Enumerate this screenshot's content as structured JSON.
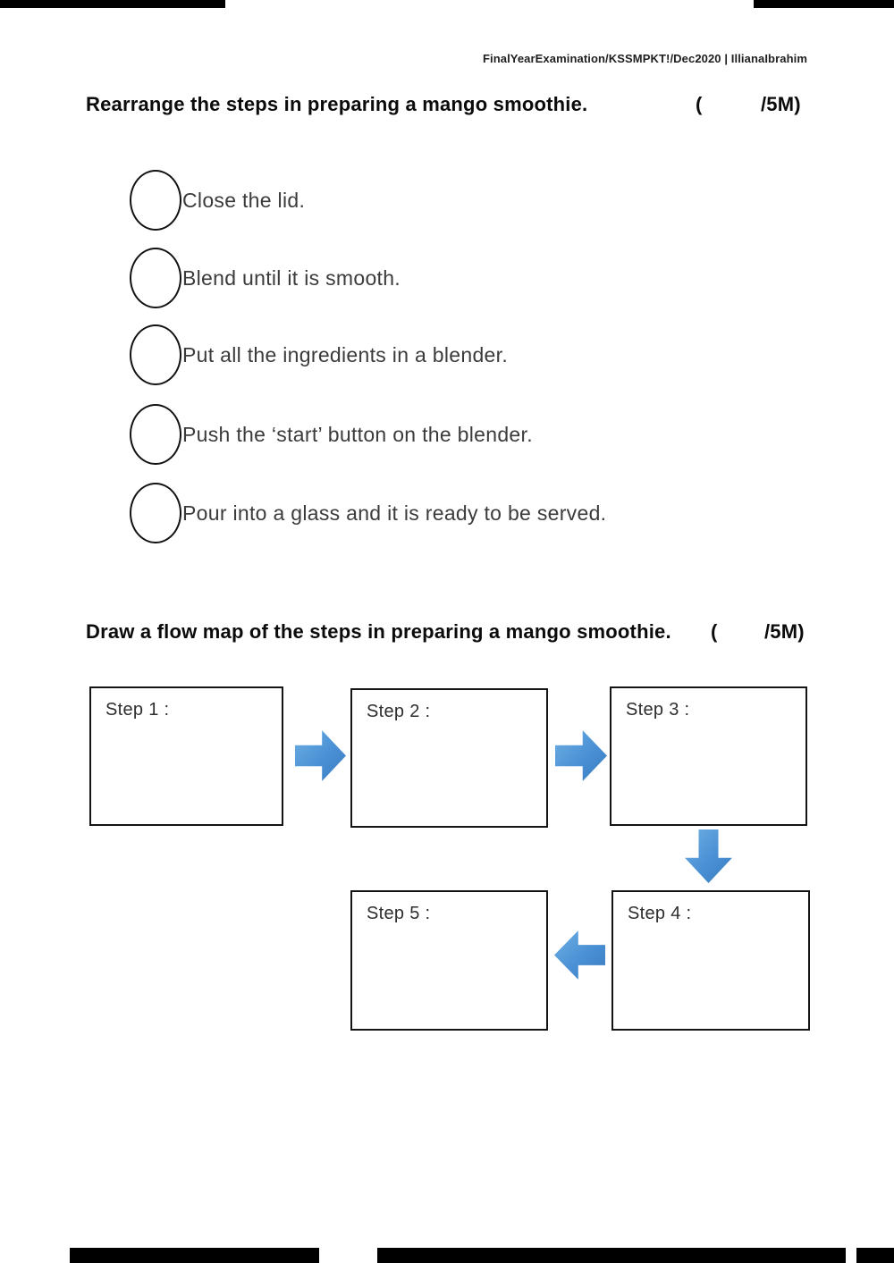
{
  "header": {
    "reference": "FinalYearExamination/KSSMPKT!/Dec2020 | IllianaIbrahim"
  },
  "question1": {
    "title": "Rearrange the steps in preparing a mango smoothie.",
    "marks_open": "(",
    "marks_label": "/5M)",
    "items": [
      {
        "label": "Close the lid."
      },
      {
        "label": "Blend until it is smooth."
      },
      {
        "label": "Put all the ingredients in a blender."
      },
      {
        "label": "Push the ‘start’ button on the blender."
      },
      {
        "label": "Pour into a glass and it is ready to be served."
      }
    ]
  },
  "question2": {
    "title": "Draw a flow map of the steps in preparing a mango smoothie.",
    "marks_open": "(",
    "marks_label": "/5M)",
    "boxes": [
      {
        "label": "Step 1 :"
      },
      {
        "label": "Step 2 :"
      },
      {
        "label": "Step 3 :"
      },
      {
        "label": "Step 4 :"
      },
      {
        "label": "Step 5 :"
      }
    ]
  },
  "icons": {
    "arrow_right": "block-arrow-right",
    "arrow_down": "block-arrow-down",
    "arrow_left": "block-arrow-left"
  },
  "colors": {
    "arrow_blue": "#4a90d5",
    "text_dark": "#3b3b3b",
    "border_black": "#141414"
  }
}
